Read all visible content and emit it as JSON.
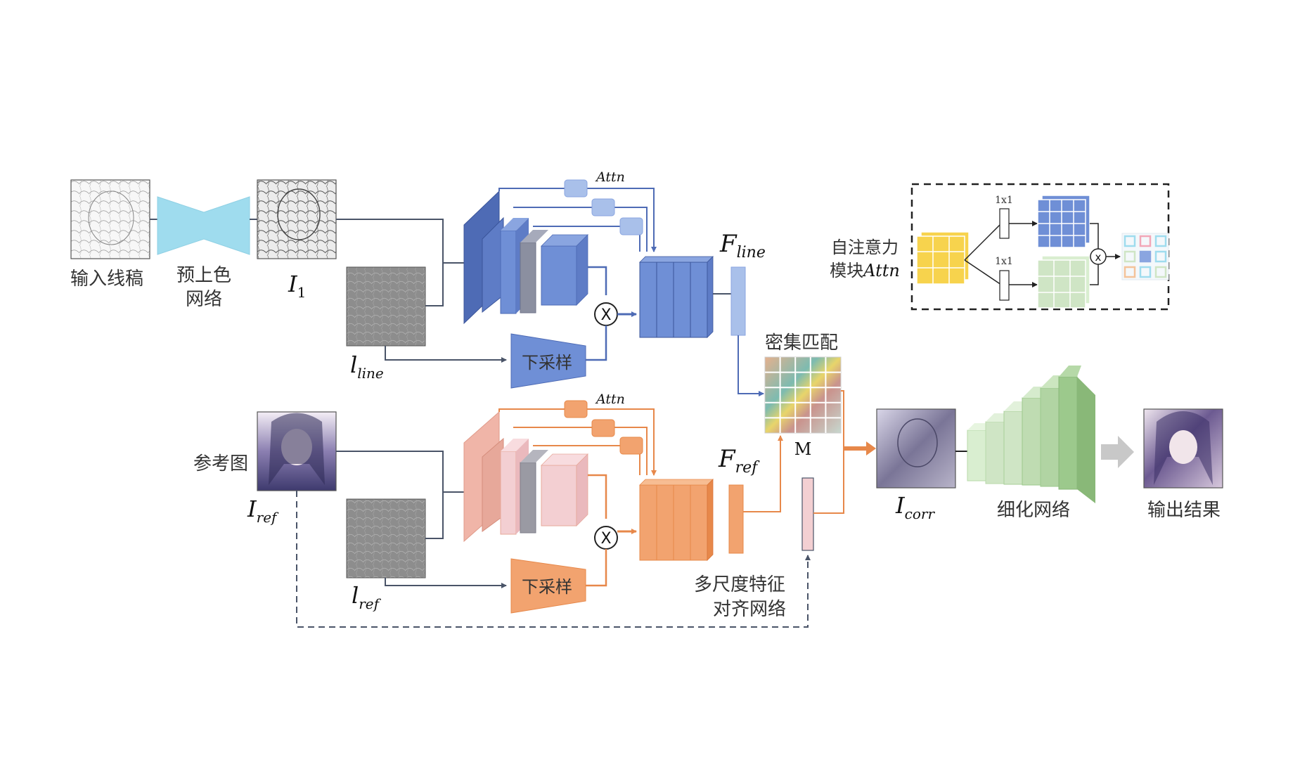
{
  "labels": {
    "input_lineart": "输入线稿",
    "precolor_net_line1": "预上色",
    "precolor_net_line2": "网络",
    "reference_image": "参考图",
    "attn_top": "Attn",
    "attn_bottom": "Attn",
    "downsample_top": "下采样",
    "downsample_bottom": "下采样",
    "dense_match": "密集匹配",
    "M": "M",
    "multiscale_line1": "多尺度特征",
    "multiscale_line2": "对齐网络",
    "refine_net": "细化网络",
    "output_result": "输出结果",
    "self_attn_line1": "自注意力",
    "self_attn_line2_cjk": "模块",
    "self_attn_line2_math": "Attn",
    "conv1x1_a": "1x1",
    "conv1x1_b": "1x1",
    "mult_symbol": "x",
    "cross_symbol": "X"
  },
  "math": {
    "I1_base": "I",
    "I1_sub": "1",
    "l_line_base": "l",
    "l_line_sub": "line",
    "I_ref_base": "I",
    "I_ref_sub": "ref",
    "l_ref_base": "l",
    "l_ref_sub": "ref",
    "F_line_base": "F",
    "F_line_sub": "line",
    "F_ref_base": "F",
    "F_ref_sub": "ref",
    "I_corr_base": "I",
    "I_corr_sub": "corr"
  },
  "colors": {
    "blue_dark": "#4e6bb5",
    "blue_mid": "#6f8fd6",
    "blue_light": "#a9c0ea",
    "orange_dark": "#e7884a",
    "orange_mid": "#f2a36f",
    "pink_light": "#f3cfd2",
    "green_light": "#cfe5c5",
    "green_dark": "#9cc98c",
    "precolor_cyan": "#9fdcee",
    "line_gray": "#4a5468",
    "yellow": "#f7d34d"
  }
}
